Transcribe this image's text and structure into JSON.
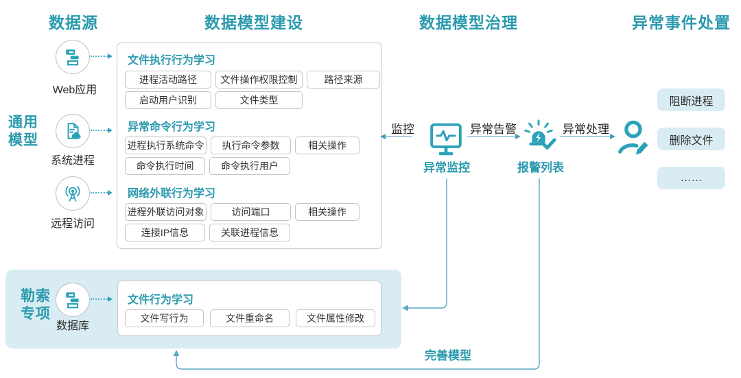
{
  "colors": {
    "teal": "#2b9aae",
    "icon_teal": "#2aa2b8",
    "light_blue": "#d9ecf3",
    "line_blue": "#5aa8c4"
  },
  "headers": {
    "source": "数据源",
    "build": "数据模型建设",
    "governance": "数据模型治理",
    "handling": "异常事件处置"
  },
  "general": {
    "label": "通用模型",
    "sources": [
      {
        "name": "Web应用",
        "icon": "server-stack-icon"
      },
      {
        "name": "系统进程",
        "icon": "document-cloud-icon"
      },
      {
        "name": "远程访问",
        "icon": "broadcast-icon"
      }
    ]
  },
  "model_box": {
    "sections": [
      {
        "title": "文件执行行为学习",
        "rows": [
          [
            "进程活动路径",
            "文件操作权限控制",
            "路径来源"
          ],
          [
            "启动用户识别",
            "文件类型"
          ]
        ]
      },
      {
        "title": "异常命令行为学习",
        "rows": [
          [
            "进程执行系统命令",
            "执行命令参数",
            "相关操作"
          ],
          [
            "命令执行时间",
            "命令执行用户"
          ]
        ]
      },
      {
        "title": "网络外联行为学习",
        "rows": [
          [
            "进程外联访问对象",
            "访问端口",
            "相关操作"
          ],
          [
            "连接IP信息",
            "关联进程信息"
          ]
        ]
      }
    ]
  },
  "flow": {
    "monitor": "监控",
    "monitor_node": "异常监控",
    "alert": "异常告警",
    "alarm_node": "报警列表",
    "handle": "异常处理",
    "monitor_icon": "monitor-pulse-icon",
    "alarm_icon": "siren-check-icon",
    "operator_icon": "operator-edit-icon"
  },
  "actions": [
    "阻断进程",
    "删除文件",
    "……"
  ],
  "ransomware": {
    "label": "勒索专项",
    "source": {
      "name": "数据库",
      "icon": "server-stack-icon"
    },
    "box": {
      "title": "文件行为学习",
      "chips": [
        "文件写行为",
        "文件重命名",
        "文件属性修改"
      ]
    }
  },
  "feedback": {
    "label": "完善模型"
  }
}
